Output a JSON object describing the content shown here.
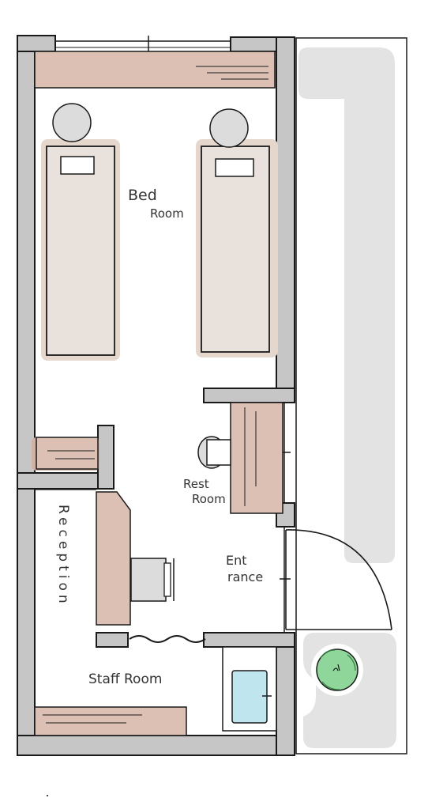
{
  "labels": {
    "bed_room_1": "Bed",
    "bed_room_2": "Room",
    "rest_room_1": "Rest",
    "rest_room_2": "Room",
    "reception": "Reception",
    "entrance_1": "Ent",
    "entrance_2": "rance",
    "staff_room": "Staff Room"
  },
  "colors": {
    "wall": "#c6c6c6",
    "wood": "#dcc0b4",
    "wood_deep": "#d3b2a5",
    "bed": "#e9e2dc",
    "pillow": "#dcdcdc",
    "path": "#e3e3e3",
    "plant": "#8fd69a",
    "sink": "#bfe6ee",
    "line": "#1a1a1a"
  }
}
